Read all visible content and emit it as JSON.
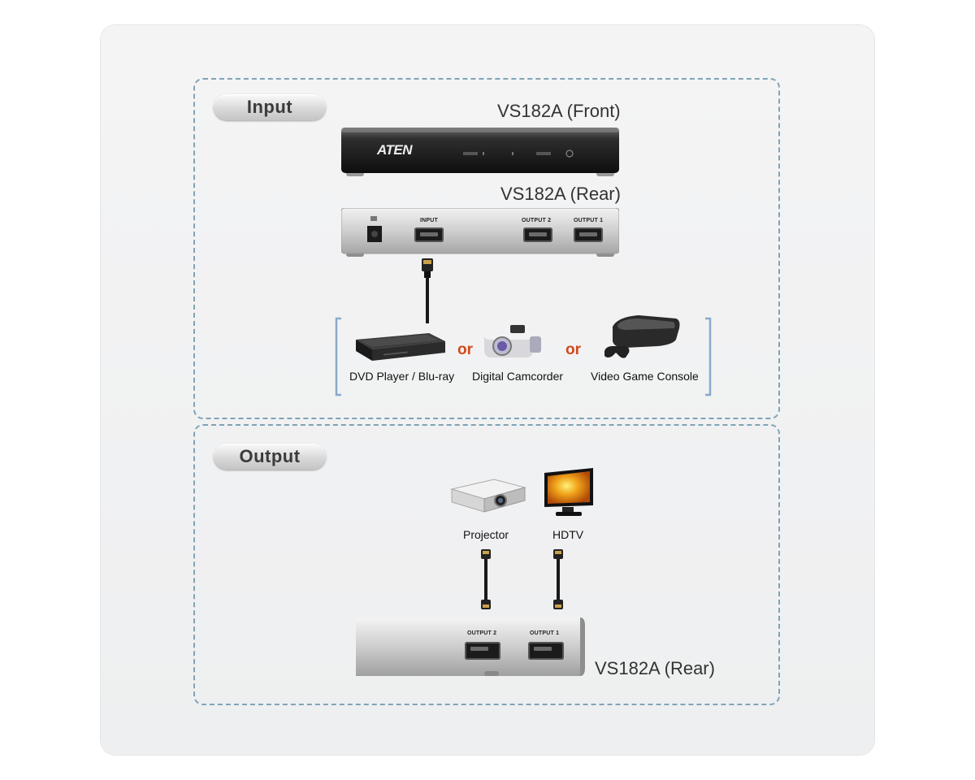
{
  "input": {
    "title": "Input",
    "front_caption": "VS182A (Front)",
    "rear_caption": "VS182A (Rear)",
    "brand": "ATEN",
    "ports": {
      "input": "INPUT",
      "output2": "OUTPUT 2",
      "output1": "OUTPUT 1"
    },
    "sources": [
      {
        "label": "DVD Player / Blu-ray",
        "icon": "dvd-player-icon"
      },
      {
        "label": "Digital Camcorder",
        "icon": "camcorder-icon"
      },
      {
        "label": "Video Game Console",
        "icon": "game-console-icon"
      }
    ],
    "or_text": "or"
  },
  "output": {
    "title": "Output",
    "rear_caption": "VS182A (Rear)",
    "ports": {
      "output2": "OUTPUT 2",
      "output1": "OUTPUT 1"
    },
    "displays": [
      {
        "label": "Projector",
        "icon": "projector-icon"
      },
      {
        "label": "HDTV",
        "icon": "hdtv-icon"
      }
    ]
  },
  "colors": {
    "dashed_border": "#7fa3b8",
    "or_accent": "#d04a1c",
    "bracket": "#8aa9c9"
  }
}
